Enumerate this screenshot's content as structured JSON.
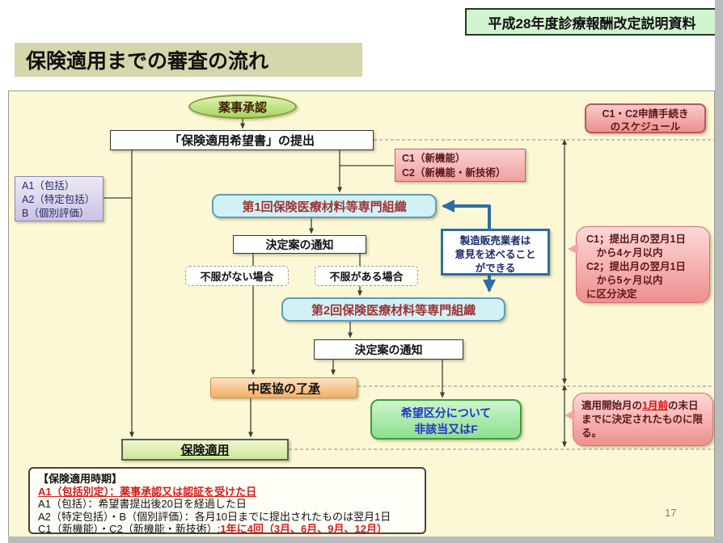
{
  "header": {
    "corner_badge": "平成28年度診療報酬改定説明資料",
    "title": "保険適用までの審査の流れ"
  },
  "flow": {
    "approval_oval": "薬事承認",
    "submission_box": "「保険適用希望書」の提出",
    "schedule_badge": {
      "line1": "C1・C2申請手続き",
      "line2": "のスケジュール"
    },
    "category_a_box": {
      "line1": "A1（包括）",
      "line2": "A2（特定包括）",
      "line3": "B（個別評価）"
    },
    "category_c_box": {
      "line1": "C1（新機能）",
      "line2": "C2（新機能・新技術）"
    },
    "org1_box": "第1回保険医療材料等専門組織",
    "notice1_box": "決定案の通知",
    "no_objection_box": "不服がない場合",
    "objection_box": "不服がある場合",
    "manufacturer_box": {
      "line1": "製造販売業者は",
      "line2": "意見を述べること",
      "line3": "ができる"
    },
    "c_schedule_bubble": {
      "line1": "C1；提出月の翌月1日",
      "line2": "　から4ヶ月以内",
      "line3": "C2；提出月の翌月1日",
      "line4": "　から5ヶ月以内",
      "line5": "に区分決定"
    },
    "org2_box": "第2回保険医療材料等専門組織",
    "notice2_box": "決定案の通知",
    "chuikyo_box": {
      "prefix": "中医協の",
      "underlined": "了承"
    },
    "category_f_box": {
      "line1": "希望区分について",
      "line2": "非該当又はF"
    },
    "deadline_bubble": {
      "before": "適用開始月の",
      "highlight": "1月前",
      "after": "の末日までに決定されたものに限る。"
    },
    "insurance_box": "保険適用"
  },
  "footer_note": {
    "heading": "【保険適用時期】",
    "line_a1_special": "A1（包括別定）：薬事承認又は認証を受けた日",
    "line_a1": "A1（包括）：希望書提出後20日を経過した日",
    "line_a2b": "A2（特定包括）・B（個別評価）：各月10日までに提出されたものは翌月1日",
    "line_c_prefix": "C1（新機能）・C2（新機能・新技術）:",
    "line_c_highlight": "1年に4回（3月、6月、9月、12月）"
  },
  "page_number": "17",
  "colors": {
    "canvas_bg": "#fcf8d5",
    "badge_green": "#d2f3d0",
    "title_bar": "#d6d6ac",
    "org_box_blue": "#d2f1f7",
    "org_text_red": "#9c3434",
    "pink_box": "#f3a5a5",
    "purple_box": "#cbc2e3",
    "orange_box": "#f3ae66",
    "green_result_box": "#8edf8e",
    "insurance_green": "#cbe794",
    "blue_arrow": "#2e6da4",
    "highlight_red": "#e01010"
  }
}
